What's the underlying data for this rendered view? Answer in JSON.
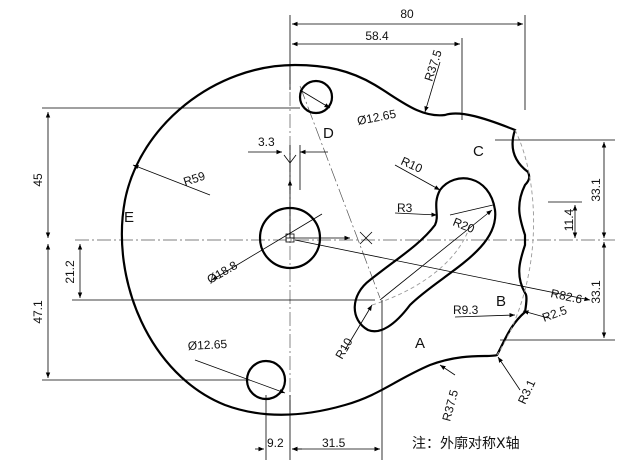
{
  "dimensions": {
    "d80": "80",
    "d58_4": "58.4",
    "r37_5_top": "R37.5",
    "d12_65_top": "Ø12.65",
    "d3_3": "3.3",
    "r10_upper": "R10",
    "r59": "R59",
    "r3": "R3",
    "r20": "R20",
    "d45": "45",
    "d11_4": "11.4",
    "d33_1_upper": "33.1",
    "d18_8": "Ø18.8",
    "d21_2": "21.2",
    "d47_1": "47.1",
    "r82_6": "R82.6",
    "r9_3": "R9.3",
    "r2_5": "R2.5",
    "d33_1_lower": "33.1",
    "r10_lower": "R10",
    "d12_65_bottom": "Ø12.65",
    "r37_5_bottom": "R37.5",
    "r3_1": "R3.1",
    "d9_2": "9.2",
    "d31_5": "31.5"
  },
  "labels": {
    "A": "A",
    "B": "B",
    "C": "C",
    "D": "D",
    "E": "E"
  },
  "note": "注：外廓对称X轴"
}
